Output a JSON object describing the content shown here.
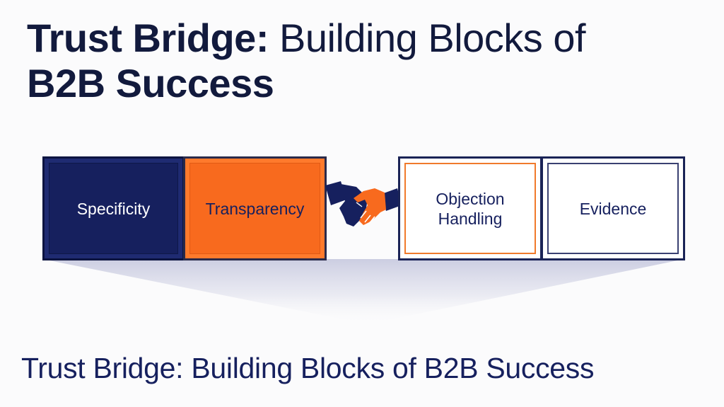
{
  "title": {
    "bold_part": "Trust Bridge:",
    "light_part": "Building Blocks of",
    "second_line": "B2B Success"
  },
  "blocks": [
    {
      "label": "Specificity",
      "style": "navy"
    },
    {
      "label": "Transparency",
      "style": "orange"
    },
    {
      "label": "Objection Handling",
      "style": "white-orange"
    },
    {
      "label": "Evidence",
      "style": "white-navy"
    }
  ],
  "center_icon": "handshake-icon",
  "caption": "Trust Bridge: Building Blocks of B2B Success",
  "colors": {
    "navy": "#16205e",
    "orange": "#f86a1e",
    "text": "#121a3d"
  }
}
